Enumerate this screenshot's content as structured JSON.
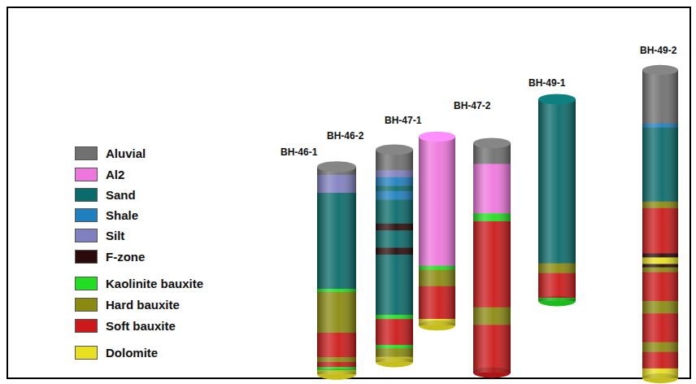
{
  "diagram": {
    "labels": [
      "BH-46-1",
      "BH-46-2",
      "BH-47-1",
      "BH-47-2",
      "BH-49-1",
      "BH-49-2"
    ],
    "legend": [
      {
        "text": "Aluvial",
        "color": "#707070"
      },
      {
        "text": "Al2",
        "color": "#ee77dd"
      },
      {
        "text": "Sand",
        "color": "#0b6b6b"
      },
      {
        "text": "Shale",
        "color": "#1f7fbf"
      },
      {
        "text": "Silt",
        "color": "#8080c0"
      },
      {
        "text": "F-zone",
        "color": "#2a0a0a"
      },
      {
        "text": "Kaolinite bauxite",
        "color": "#22dd22"
      },
      {
        "text": "Hard bauxite",
        "color": "#8a8a10"
      },
      {
        "text": "Soft bauxite",
        "color": "#cc1a1a"
      },
      {
        "text": "Dolomite",
        "color": "#e8e020"
      }
    ]
  }
}
